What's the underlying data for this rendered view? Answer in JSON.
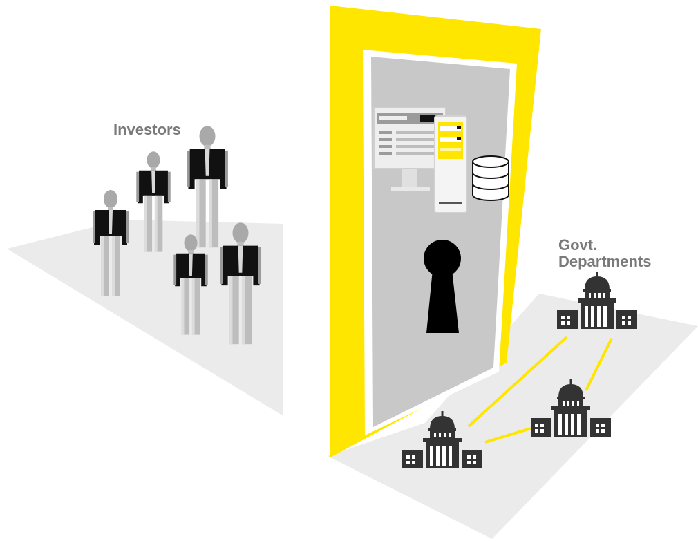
{
  "labels": {
    "investors": "Investors",
    "govt_line1": "Govt.",
    "govt_line2": "Departments"
  },
  "colors": {
    "door_frame": "#FFE600",
    "door_panel": "#C8C8C8",
    "floor": "#EBEBEB",
    "suit": "#111111",
    "figure_gray": "#9A9A9A",
    "building": "#333333",
    "connector": "#FFE600",
    "label_text": "#7A7A7A"
  },
  "icons": {
    "people": "person-icon",
    "monitor": "monitor-icon",
    "mobile": "mobile-device-icon",
    "database": "database-icon",
    "keyhole": "keyhole-icon",
    "building": "government-building-icon"
  }
}
